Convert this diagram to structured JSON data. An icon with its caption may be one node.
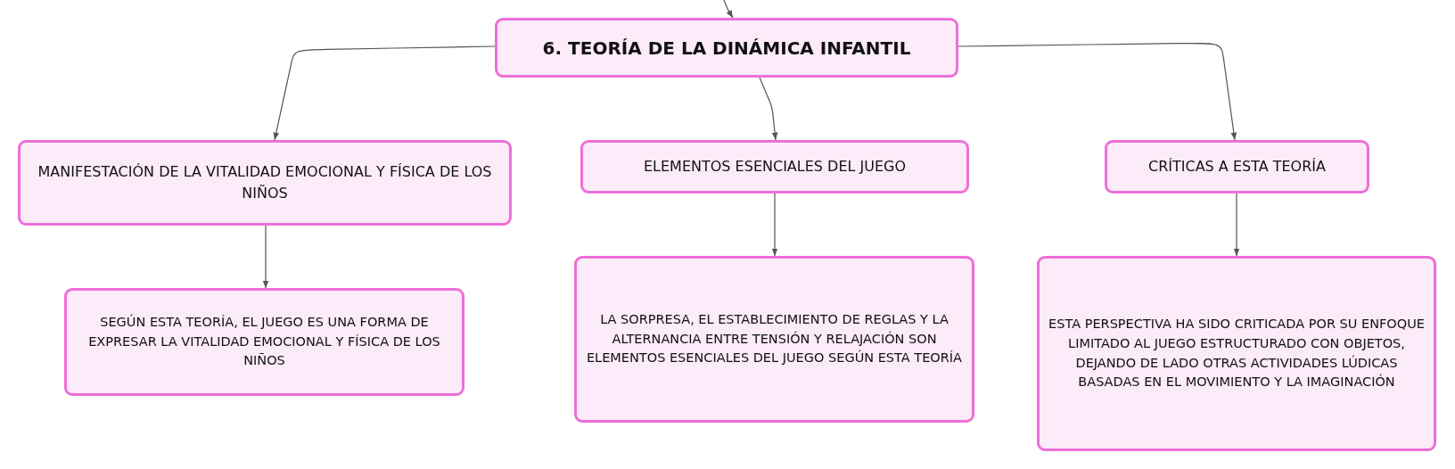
{
  "diagram": {
    "nodes": [
      {
        "text": [
          "6. TEORÍA DE LA DINÁMICA INFANTIL"
        ]
      },
      {
        "text": [
          "MANIFESTACIÓN DE LA VITALIDAD EMOCIONAL Y FÍSICA DE LOS NIÑOS"
        ]
      },
      {
        "text": [
          "ELEMENTOS ESENCIALES DEL JUEGO"
        ]
      },
      {
        "text": [
          "CRÍTICAS A ESTA TEORÍA"
        ]
      },
      {
        "text": [
          "SEGÚN ESTA TEORÍA, EL JUEGO ES UNA FORMA DE EXPRESAR LA VITALIDAD EMOCIONAL Y FÍSICA DE LOS NIÑOS"
        ]
      },
      {
        "text": [
          "LA SORPRESA, EL ESTABLECIMIENTO DE REGLAS Y LA ALTERNANCIA ENTRE TENSIÓN Y RELAJACIÓN SON ELEMENTOS ESENCIALES DEL JUEGO SEGÚN ESTA TEORÍA"
        ]
      },
      {
        "text": [
          "ESTA PERSPECTIVA HA SIDO CRITICADA POR SU ENFOQUE LIMITADO AL JUEGO ESTRUCTURADO CON OBJETOS, DEJANDO DE LADO OTRAS ACTIVIDADES LÚDICAS BASADAS EN EL MOVIMIENTO Y LA IMAGINACIÓN"
        ]
      }
    ],
    "edges": [
      {
        "from": null,
        "to": 0,
        "arrow": "to"
      },
      {
        "from": 0,
        "to": 1,
        "arrow": "to"
      },
      {
        "from": 0,
        "to": 2,
        "arrow": "to"
      },
      {
        "from": 0,
        "to": 3,
        "arrow": "to"
      },
      {
        "from": 1,
        "to": 4,
        "arrow": "to"
      },
      {
        "from": 2,
        "to": 5,
        "arrow": "to"
      },
      {
        "from": 3,
        "to": 6,
        "arrow": "to"
      }
    ]
  }
}
